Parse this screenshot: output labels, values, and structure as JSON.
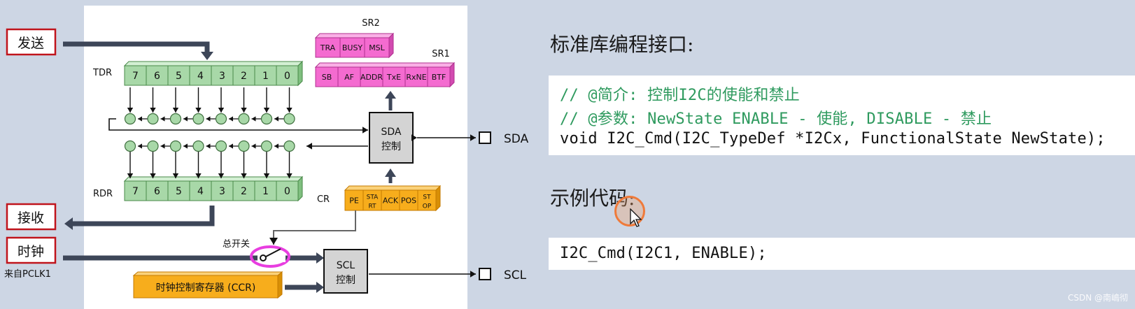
{
  "diagram": {
    "send_label": "发送",
    "receive_label": "接收",
    "clock_label": "时钟",
    "clock_source": "来自PCLK1",
    "tdr_label": "TDR",
    "rdr_label": "RDR",
    "cr_label": "CR",
    "sr1_label": "SR1",
    "sr2_label": "SR2",
    "data_bits": [
      "7",
      "6",
      "5",
      "4",
      "3",
      "2",
      "1",
      "0"
    ],
    "sr2_bits": [
      "TRA",
      "BUSY",
      "MSL"
    ],
    "sr1_bits": [
      "SB",
      "AF",
      "ADDR",
      "TxE",
      "RxNE",
      "BTF"
    ],
    "cr_bits": [
      [
        "PE"
      ],
      [
        "STA",
        "RT"
      ],
      [
        "ACK"
      ],
      [
        "POS"
      ],
      [
        "ST",
        "OP"
      ]
    ],
    "sda_ctrl": [
      "SDA",
      "控制"
    ],
    "scl_ctrl": [
      "SCL",
      "控制"
    ],
    "sda_pin": "SDA",
    "scl_pin": "SCL",
    "master_switch": "总开关",
    "ccr_label": "时钟控制寄存器 (CCR)"
  },
  "api": {
    "heading": "标准库编程接口:",
    "comment1": "// @简介: 控制I2C的使能和禁止",
    "comment2": "// @参数: NewState ENABLE - 使能, DISABLE - 禁止",
    "signature": "void I2C_Cmd(I2C_TypeDef *I2Cx, FunctionalState NewState);"
  },
  "example": {
    "heading": "示例代码:",
    "code": "I2C_Cmd(I2C1, ENABLE);"
  },
  "watermark": "CSDN @南嶋彻",
  "colors": {
    "register_green": "#a8d8a8",
    "status_pink": "#f46bd0",
    "control_orange": "#f7ad1c",
    "switch_magenta": "#e83ee0",
    "comment_green": "#2e9a5e",
    "background": "#cdd6e4"
  }
}
